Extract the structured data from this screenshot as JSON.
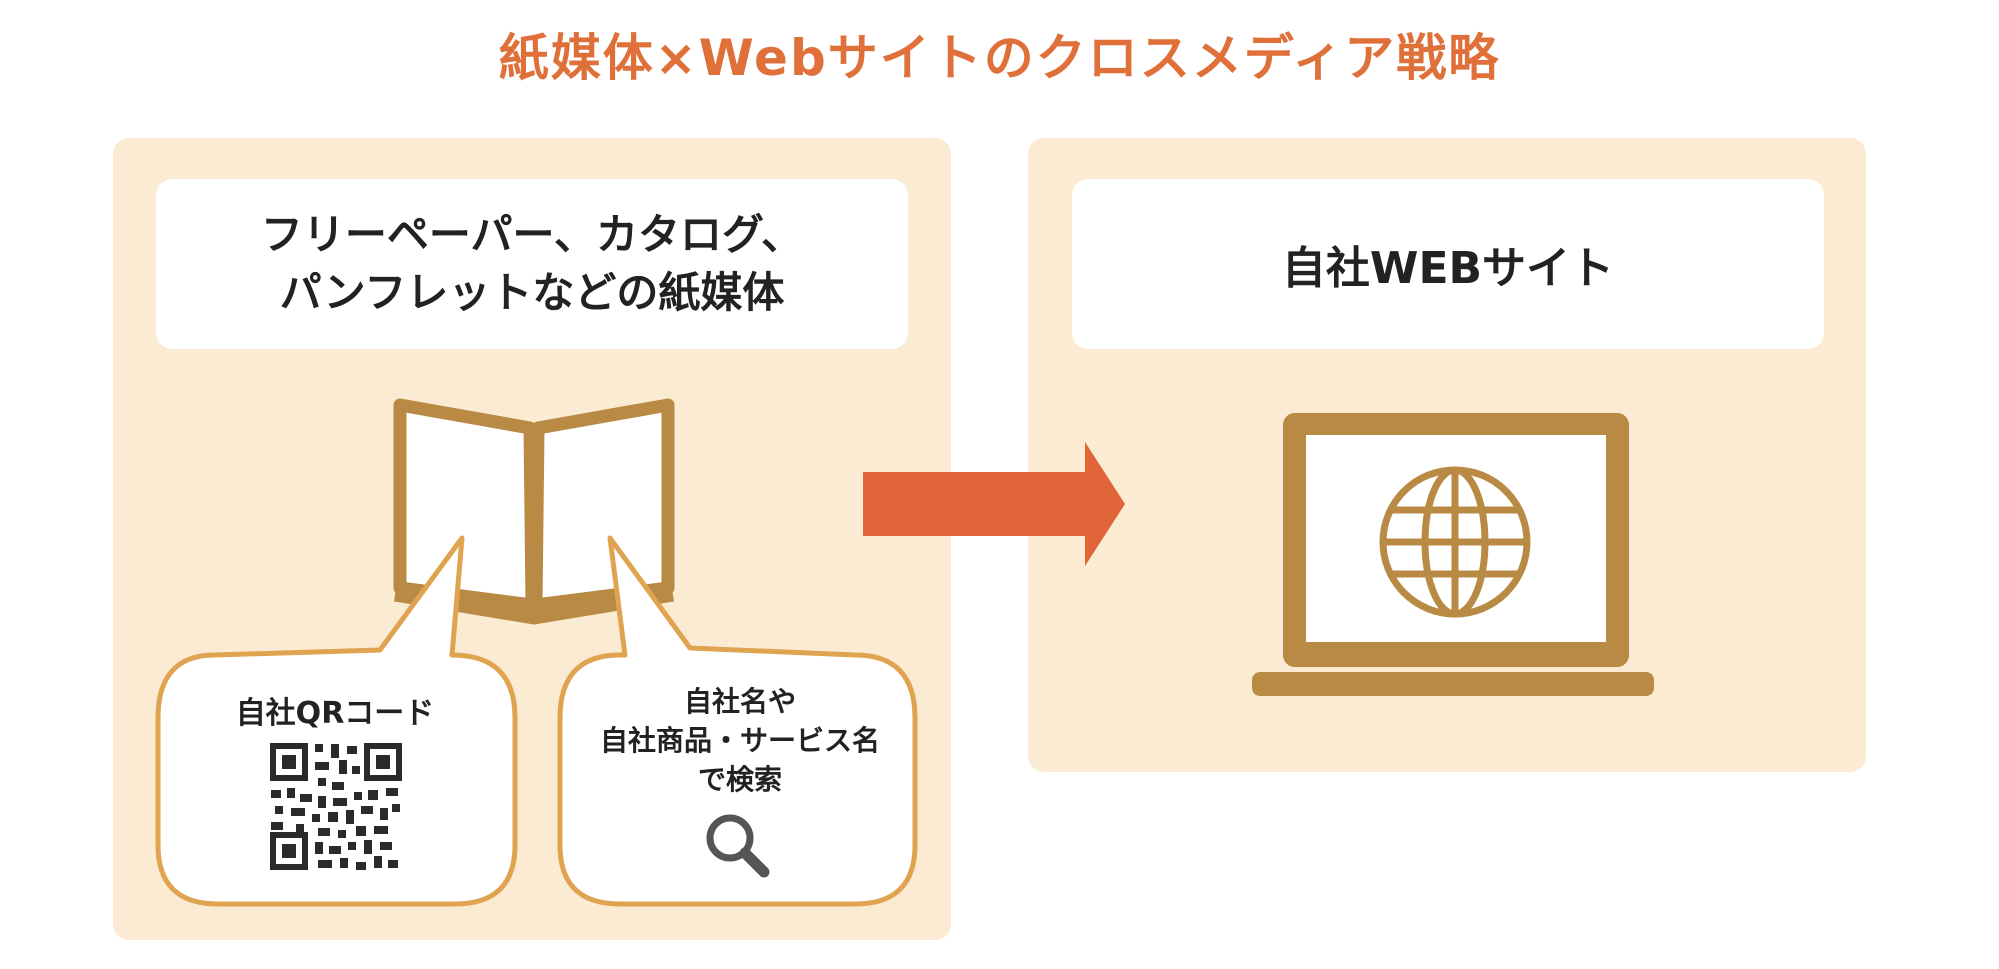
{
  "title": "紙媒体×Webサイトのクロスメディア戦略",
  "colors": {
    "accent": "#e0703a",
    "arrow": "#e06539",
    "panel": "#faebd2",
    "icon_brown": "#b88a44",
    "bubble_border": "#e0a34f",
    "text": "#222222"
  },
  "print_media": {
    "label_lines": [
      "フリーペーパー、カタログ、",
      "パンフレットなどの紙媒体"
    ],
    "icon": "open-book-icon"
  },
  "website": {
    "label": "自社WEBサイト",
    "icon": "laptop-globe-icon"
  },
  "bubbles": {
    "qr": {
      "label": "自社QRコード",
      "icon": "qr-code-icon"
    },
    "search": {
      "lines": [
        "自社名や",
        "自社商品・サービス名",
        "で検索"
      ],
      "icon": "magnifier-icon"
    }
  },
  "arrow": {
    "icon": "right-arrow-icon"
  }
}
